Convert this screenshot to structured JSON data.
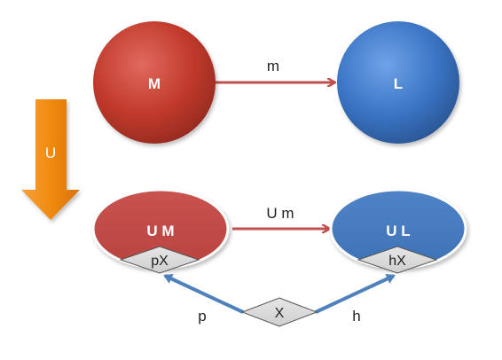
{
  "nodes": {
    "m_circle": {
      "label": "M"
    },
    "l_circle": {
      "label": "L"
    },
    "um_ellipse": {
      "label": "U M"
    },
    "ul_ellipse": {
      "label": "U L"
    },
    "px_diamond": {
      "label": "pX"
    },
    "hx_diamond": {
      "label": "hX"
    },
    "x_diamond": {
      "label": "X"
    }
  },
  "edges": {
    "m": {
      "label": "m"
    },
    "um": {
      "label": "U m"
    },
    "p": {
      "label": "p"
    },
    "h": {
      "label": "h"
    }
  },
  "functor_arrow": {
    "label": "U"
  },
  "colors": {
    "red_node": "#c0392b",
    "blue_node": "#3a74c4",
    "red_arrow": "#c0504d",
    "blue_arrow": "#4f81bd",
    "orange_arrow": "#f0870f",
    "diamond_fill": "#d9d9d9"
  }
}
